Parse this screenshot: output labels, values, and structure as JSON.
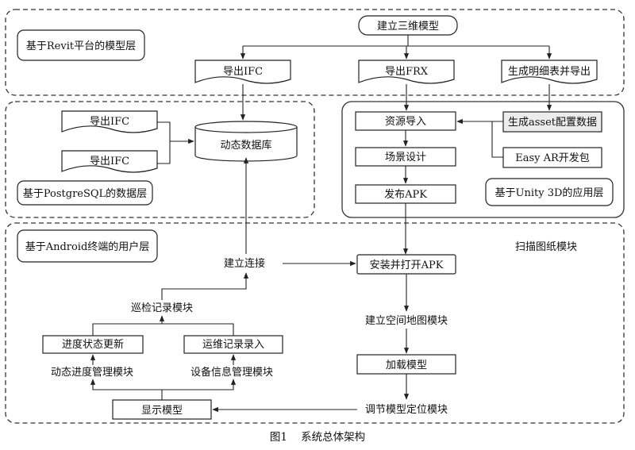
{
  "caption": "图1    系统总体架构",
  "layers": {
    "model": "基于Revit平台的模型层",
    "data": "基于PostgreSQL的数据层",
    "app": "基于Unity 3D的应用层",
    "user": "基于Android终端的用户层"
  },
  "model_layer": {
    "build_3d": "建立三维模型",
    "export_ifc": "导出IFC",
    "export_frx": "导出FRX",
    "gen_table": "生成明细表并导出"
  },
  "data_layer": {
    "ifc_1": "导出IFC",
    "ifc_2": "导出IFC",
    "database": "动态数据库"
  },
  "app_layer": {
    "resource_import": "资源导入",
    "gen_asset": "生成asset配置数据",
    "scene_design": "场景设计",
    "easyar": "Easy AR开发包",
    "publish": "发布APK"
  },
  "user_layer": {
    "scan_module": "扫描图纸模块",
    "connect": "建立连接",
    "install": "安装并打开APK",
    "inspection": "巡检记录模块",
    "progress_update": "进度状态更新",
    "maint_entry": "运维记录录入",
    "dynamic_progress": "动态进度管理模块",
    "device_info": "设备信息管理模块",
    "spatial_map": "建立空间地图模块",
    "load_model": "加载模型",
    "show_model": "显示模型",
    "adjust_position": "调节模型定位模块"
  }
}
